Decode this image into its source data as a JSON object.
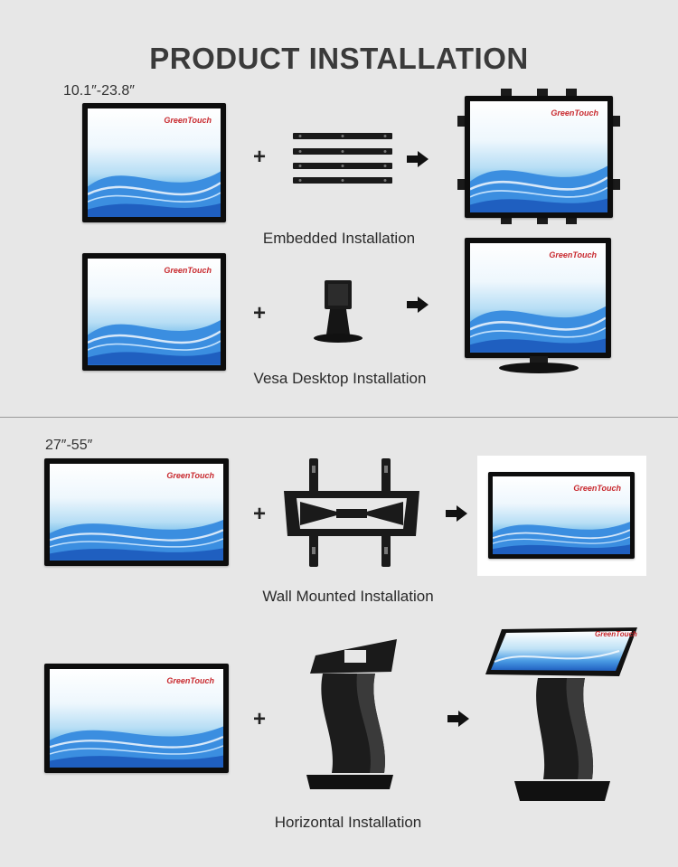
{
  "title": "PRODUCT INSTALLATION",
  "section1": {
    "size_range": "10.1″-23.8″"
  },
  "section2": {
    "size_range": "27″-55″"
  },
  "brand": "GreenTouch",
  "plus": "+",
  "captions": {
    "embedded": "Embedded Installation",
    "vesa": "Vesa Desktop Installation",
    "wall": "Wall Mounted Installation",
    "horizontal": "Horizontal Installation"
  },
  "colors": {
    "background": "#e7e7e7",
    "brand": "#c8282d",
    "bezel": "#111111",
    "wave": "#2d7fd4"
  },
  "icons": [
    "plus-icon",
    "arrow-right-icon",
    "mounting-bracket-icon",
    "vesa-stand-icon",
    "wall-mount-icon",
    "kiosk-stand-icon"
  ]
}
